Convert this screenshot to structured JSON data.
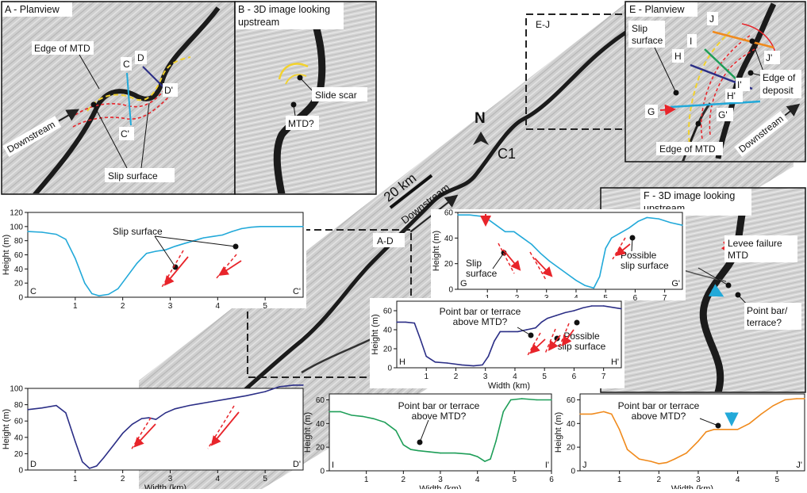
{
  "panels": {
    "a": {
      "title": "A - Planview",
      "edge_label": "Edge of MTD",
      "slip_label": "Slip surface",
      "downstream": "Downstream",
      "c": "C",
      "c_prime": "C'",
      "d": "D",
      "d_prime": "D'"
    },
    "b": {
      "title_line1": "B - 3D image looking",
      "title_line2": "upstream",
      "slide_scar": "Slide scar",
      "mtd": "MTD?"
    },
    "e": {
      "title": "E - Planview",
      "slip_line1": "Slip",
      "slip_line2": "surface",
      "edge_deposit_line1": "Edge of",
      "edge_deposit_line2": "deposit",
      "edge_mtd": "Edge of MTD",
      "downstream": "Downstream",
      "g": "G",
      "g_prime": "G'",
      "h": "H",
      "h_prime": "H'",
      "i": "I",
      "i_prime": "I'",
      "j": "J",
      "j_prime": "J'"
    },
    "f": {
      "title_line1": "F - 3D image looking",
      "title_line2": "upstream",
      "levee_line1": "Levee failure",
      "levee_line2": "MTD",
      "pb_line1": "Point bar/",
      "pb_line2": "terrace?"
    },
    "map": {
      "scale": "20 km",
      "downstream": "Downstream",
      "north": "N",
      "c1": "C1",
      "box_ad": "A-D",
      "box_ej": "E-J"
    }
  },
  "colors": {
    "yellow": "#f2d22e",
    "red": "#e8242a",
    "c_profile": "#22a9d9",
    "d_profile": "#2b2e86",
    "i_profile": "#1e9e58",
    "j_profile": "#f08a1c",
    "cyan_arrow": "#22a9d9"
  },
  "chart_data": [
    {
      "id": "C",
      "type": "line",
      "ylabel": "Height (m)",
      "xlabel": "",
      "start_label": "C",
      "end_label": "C'",
      "annotation": "Slip surface",
      "xlim": [
        0,
        5.8
      ],
      "ylim": [
        0,
        120
      ],
      "xticks": [
        1,
        2,
        3,
        4,
        5
      ],
      "yticks": [
        0,
        20,
        40,
        60,
        80,
        100,
        120
      ],
      "color": "#22a9d9",
      "x": [
        0,
        0.3,
        0.6,
        0.8,
        1.0,
        1.2,
        1.35,
        1.5,
        1.7,
        1.9,
        2.1,
        2.3,
        2.5,
        2.7,
        2.9,
        3.1,
        3.3,
        3.5,
        3.7,
        3.9,
        4.1,
        4.3,
        4.5,
        4.7,
        4.9,
        5.2,
        5.5,
        5.8
      ],
      "y": [
        93,
        92,
        89,
        82,
        55,
        20,
        5,
        2,
        4,
        12,
        30,
        48,
        62,
        65,
        67,
        72,
        76,
        80,
        84,
        86,
        88,
        93,
        97,
        99,
        100,
        100,
        100,
        100
      ]
    },
    {
      "id": "D",
      "type": "line",
      "ylabel": "Height (m)",
      "xlabel": "Width (km)",
      "start_label": "D",
      "end_label": "D'",
      "xlim": [
        0,
        5.8
      ],
      "ylim": [
        0,
        100
      ],
      "xticks": [
        1,
        2,
        3,
        4,
        5
      ],
      "yticks": [
        0,
        20,
        40,
        60,
        80,
        100
      ],
      "color": "#2b2e86",
      "x": [
        0,
        0.3,
        0.6,
        0.8,
        1.0,
        1.15,
        1.3,
        1.45,
        1.6,
        1.8,
        2.0,
        2.2,
        2.4,
        2.55,
        2.7,
        2.9,
        3.1,
        3.4,
        3.8,
        4.2,
        4.6,
        5.0,
        5.3,
        5.6,
        5.8
      ],
      "y": [
        74,
        76,
        79,
        70,
        35,
        10,
        2,
        5,
        15,
        30,
        45,
        56,
        63,
        64,
        62,
        70,
        75,
        79,
        83,
        87,
        91,
        96,
        102,
        104,
        104
      ]
    },
    {
      "id": "G",
      "type": "line",
      "ylabel": "Height (m)",
      "xlabel": "",
      "start_label": "G",
      "end_label": "G'",
      "annotation_slip": "Slip\nsurface",
      "annotation_possible": "Possible\nslip surface",
      "xlim": [
        0,
        7.6
      ],
      "ylim": [
        0,
        60
      ],
      "xticks": [
        1,
        2,
        3,
        4,
        5,
        6,
        7
      ],
      "yticks": [
        0,
        20,
        40,
        60
      ],
      "color": "#22a9d9",
      "x": [
        0,
        0.4,
        0.8,
        1.0,
        1.3,
        1.6,
        1.9,
        2.2,
        2.5,
        2.8,
        3.1,
        3.4,
        3.7,
        4.0,
        4.3,
        4.6,
        4.8,
        5.0,
        5.2,
        5.5,
        5.8,
        6.1,
        6.4,
        6.8,
        7.2,
        7.6
      ],
      "y": [
        58,
        58,
        57,
        55,
        50,
        45,
        45,
        40,
        35,
        28,
        22,
        17,
        12,
        7,
        3,
        1,
        10,
        32,
        40,
        44,
        48,
        53,
        56,
        55,
        52,
        50
      ]
    },
    {
      "id": "H",
      "type": "line",
      "ylabel": "Height (m)",
      "xlabel": "Width (km)",
      "start_label": "H",
      "end_label": "H'",
      "annotation_pb": "Point bar or terrace\nabove MTD?",
      "annotation_possible": "Possible\nslip surface",
      "xlim": [
        0,
        7.6
      ],
      "ylim": [
        0,
        70
      ],
      "xticks": [
        1,
        2,
        3,
        4,
        5,
        6,
        7
      ],
      "yticks": [
        0,
        20,
        40,
        60
      ],
      "color": "#2b2e86",
      "x": [
        0,
        0.3,
        0.6,
        0.8,
        1.0,
        1.3,
        1.7,
        2.2,
        2.6,
        2.9,
        3.1,
        3.3,
        3.5,
        3.8,
        4.1,
        4.4,
        4.7,
        4.9,
        5.1,
        5.4,
        5.7,
        6.0,
        6.3,
        6.6,
        7.0,
        7.6
      ],
      "y": [
        48,
        48,
        47,
        30,
        12,
        6,
        5,
        3,
        2,
        3,
        12,
        28,
        38,
        38,
        38,
        40,
        42,
        48,
        52,
        55,
        58,
        60,
        63,
        65,
        65,
        62
      ]
    },
    {
      "id": "I",
      "type": "line",
      "ylabel": "Height (m)",
      "xlabel": "Width (km)",
      "start_label": "I",
      "end_label": "I'",
      "annotation": "Point bar or terrace\nabove MTD?",
      "xlim": [
        0,
        6
      ],
      "ylim": [
        0,
        65
      ],
      "xticks": [
        1,
        2,
        3,
        4,
        5,
        6
      ],
      "yticks": [
        0,
        20,
        40,
        60
      ],
      "color": "#1e9e58",
      "x": [
        0,
        0.3,
        0.6,
        0.9,
        1.2,
        1.5,
        1.8,
        2.0,
        2.2,
        2.4,
        2.7,
        3.0,
        3.4,
        3.8,
        4.0,
        4.2,
        4.35,
        4.5,
        4.7,
        4.9,
        5.2,
        5.6,
        6.0
      ],
      "y": [
        50,
        50,
        47,
        46,
        44,
        41,
        34,
        22,
        18,
        17,
        16,
        15,
        15,
        14,
        12,
        8,
        10,
        25,
        50,
        60,
        61,
        60,
        60
      ]
    },
    {
      "id": "J",
      "type": "line",
      "ylabel": "Height (m)",
      "xlabel": "Width (km)",
      "start_label": "J",
      "end_label": "J'",
      "annotation": "Point bar or terrace\nabove MTD?",
      "xlim": [
        0,
        5.7
      ],
      "ylim": [
        0,
        65
      ],
      "xticks": [
        1,
        2,
        3,
        4,
        5
      ],
      "yticks": [
        0,
        20,
        40,
        60
      ],
      "color": "#f08a1c",
      "x": [
        0,
        0.3,
        0.6,
        0.8,
        1.0,
        1.2,
        1.5,
        1.8,
        2.0,
        2.2,
        2.4,
        2.7,
        3.0,
        3.2,
        3.4,
        3.7,
        4.0,
        4.3,
        4.6,
        4.9,
        5.2,
        5.5,
        5.7
      ],
      "y": [
        48,
        48,
        50,
        48,
        35,
        18,
        10,
        8,
        6,
        7,
        10,
        15,
        25,
        33,
        35,
        35,
        35,
        40,
        48,
        55,
        60,
        61,
        61
      ]
    }
  ]
}
